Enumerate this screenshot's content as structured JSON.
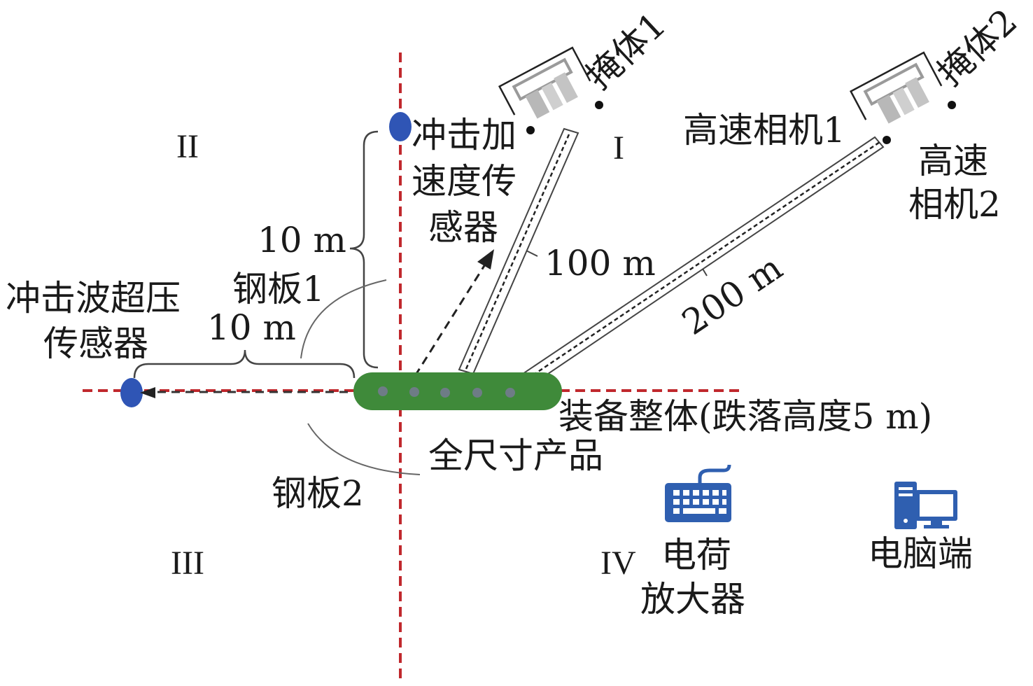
{
  "quadrants": {
    "q1": "I",
    "q2": "II",
    "q3": "III",
    "q4": "IV"
  },
  "labels": {
    "bunker1": "掩体1",
    "bunker2": "掩体2",
    "camera1": "高速相机1",
    "camera2_line1": "高速",
    "camera2_line2": "相机2",
    "accel_line1": "冲击加",
    "accel_line2": "速度传",
    "accel_line3": "感器",
    "shockwave_line1": "冲击波超压",
    "shockwave_line2": "传感器",
    "plate1": "钢板1",
    "plate2": "钢板2",
    "equipment": "装备整体(跌落高度5 m)",
    "product": "全尺寸产品",
    "amplifier_line1": "电荷",
    "amplifier_line2": "放大器",
    "computer": "电脑端"
  },
  "distances": {
    "vertical": "10 m",
    "horizontal": "10 m",
    "camera1": "100 m",
    "camera2": "200 m"
  },
  "colors": {
    "axis": "#c0282d",
    "sensor": "#2f55b5",
    "equipment": "#3f8a3a",
    "equipment_dots": "#6e7c86",
    "icon": "#2f5fb0",
    "bunker": "#9a9a9a"
  },
  "icons": {
    "amplifier": "keyboard-icon",
    "computer": "desktop-computer-icon",
    "bunker": "bunker-camera-icon"
  }
}
